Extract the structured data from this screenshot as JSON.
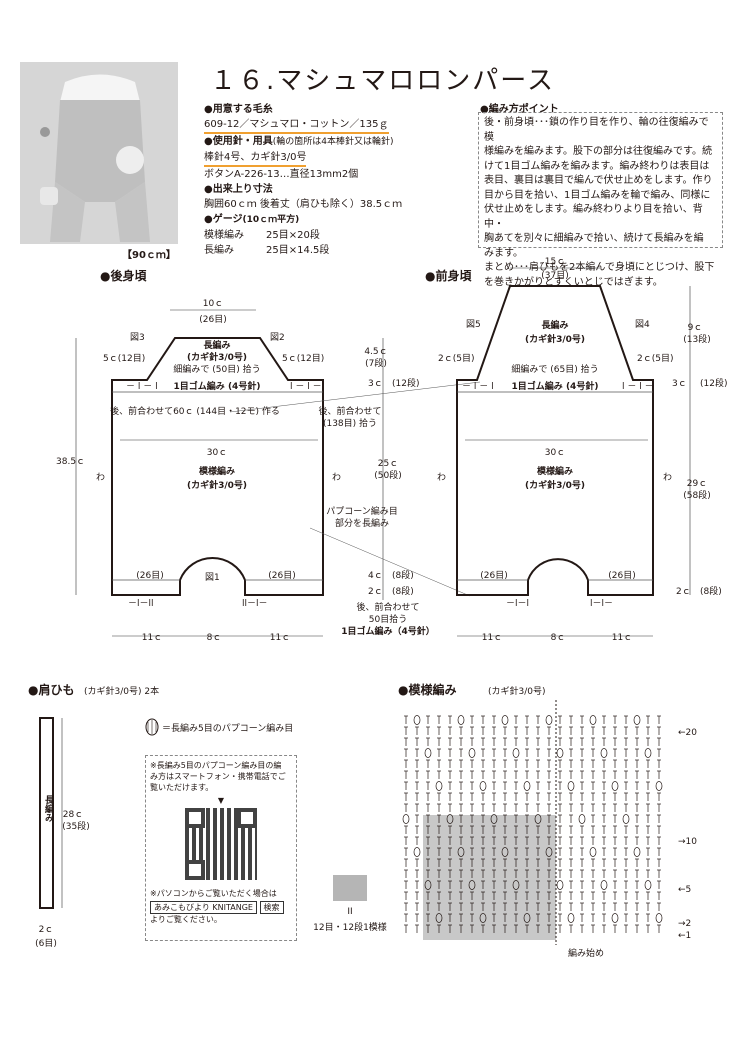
{
  "title": "１６.マシュマロロンパース",
  "photo_caption": "【90ｃｍ】",
  "materials": {
    "yarn_heading": "●用意する毛糸",
    "yarn": "609-12／マシュマロ・コットン／135ｇ",
    "tools_heading": "●使用針・用具",
    "tools_note": "(輪の箇所は4本棒針又は輪針)",
    "needles": "棒針4号、カギ針3/0号",
    "button": "ボタンA-226-13…直径13mm2個",
    "size_heading": "●出来上り寸法",
    "size": "胸囲60ｃｍ  後着丈（肩ひも除く）38.5ｃｍ",
    "gauge_heading": "●ゲージ",
    "gauge_note": "(10ｃｍ平方)",
    "gauge_rows": [
      {
        "label": "模様編み",
        "value": "25目×20段"
      },
      {
        "label": "長編み",
        "value": "25目×14.5段"
      }
    ]
  },
  "points": {
    "heading": "●編み方ポイント",
    "lines": [
      "後・前身頃･･･鎖の作り目を作り、輪の往復編みで模",
      "様編みを編みます。股下の部分は往復編みです。続",
      "けて1目ゴム編みを編みます。編み終わりは表目は",
      "表目、裏目は裏目で編んで伏せ止めをします。作り",
      "目から目を拾い、1目ゴム編みを輪で編み、同様に",
      "伏せ止めをします。編み終わりより目を拾い、背中・",
      "胸あてを別々に細編みで拾い、続けて長編みを編",
      "みます。",
      "まとめ･･･肩ひもを2本編んで身頃にとじつけ、股下",
      "を巻きかがりとすくいとじではぎます。"
    ]
  },
  "back": {
    "heading": "●後身頃",
    "top_width": "10ｃ",
    "top_sts": "(26目)",
    "panel1": "長編み",
    "panel2": "(カギ針3/0号)",
    "pickup": "細編みで (50目) 拾う",
    "fig3": "図3",
    "fig2": "図2",
    "fig1": "図1",
    "side_left": "5ｃ(12目)",
    "side_right": "5ｃ(12目)",
    "rib_top": "1目ゴム編み (4号針)",
    "note_left": "後、前合わせて60ｃ (144目・12モ) 作る",
    "note_right1": "後、前合わせて",
    "note_right2": "(138目) 拾う",
    "body_width": "30ｃ",
    "body1": "模様編み",
    "body2": "(カギ針3/0号)",
    "height_total": "38.5ｃ",
    "wa": "わ",
    "crotch_l": "(26目)",
    "crotch_r": "(26目)",
    "rib_marks_l": "－l－ll",
    "rib_marks_r": "ll－l－",
    "width_l": "11ｃ",
    "width_m": "8ｃ",
    "width_r": "11ｃ"
  },
  "center_notes": {
    "h_top": "4.5ｃ",
    "h_top_rows": "(7段)",
    "h_rib": "3ｃ",
    "h_rib_rows": "(12段)",
    "h_body": "25ｃ",
    "h_body_rows": "(50段)",
    "popcorn1": "パプコーン編み目",
    "popcorn2": "部分を長編み",
    "h_crotch": "4ｃ",
    "h_crotch_rows": "(8段)",
    "h_brib": "2ｃ",
    "h_brib_rows": "(8段)",
    "bottom1": "後、前合わせて",
    "bottom2": "50目拾う",
    "bottom3": "1目ゴム編み（4号針）"
  },
  "front": {
    "heading": "●前身頃",
    "top_width": "15ｃ",
    "top_sts": "(37目)",
    "panel1": "長編み",
    "panel2": "(カギ針3/0号)",
    "pickup": "細編みで (65目) 拾う",
    "fig5": "図5",
    "fig4": "図4",
    "side_left": "2ｃ(5目)",
    "side_right": "2ｃ(5目)",
    "rib_top": "1目ゴム編み (4号針)",
    "h_top": "9ｃ",
    "h_top_rows": "(13段)",
    "h_rib": "3ｃ",
    "h_rib_rows": "(12段)",
    "h_body": "29ｃ",
    "h_body_rows": "(58段)",
    "h_bot": "2ｃ",
    "h_bot_rows": "(8段)",
    "body_width": "30ｃ",
    "body1": "模様編み",
    "body2": "(カギ針3/0号)",
    "crotch_l": "(26目)",
    "crotch_r": "(26目)",
    "rib_marks_l": "－l－l",
    "rib_marks_r": "l－l－",
    "width_l": "11ｃ",
    "width_m": "8ｃ",
    "width_r": "11ｃ"
  },
  "strap": {
    "heading": "●肩ひも",
    "heading_note": "(カギ針3/0号) 2本",
    "label": "長編み",
    "length": "28ｃ",
    "length_rows": "(35段)",
    "width": "2ｃ",
    "width_rows": "(6目)"
  },
  "legend": {
    "popcorn": "＝長編み5目のパプコーン編み目",
    "qr_note1": "※長編み5目のパプコーン編み目の編",
    "qr_note2": "み方はスマートフォン・携帯電話でご",
    "qr_note3": "覧いただけます。",
    "pc_note": "※パソコンからご覧いただく場合は",
    "search_words": "あみこもびより  KNITANGE",
    "search_btn": "検索",
    "search_tail": "よりご覧ください。",
    "repeat_eq": "II",
    "repeat": "12目・12段1模様"
  },
  "pattern": {
    "heading": "●模様編み",
    "heading_note": "(カギ針3/0号)",
    "rows": [
      "←20",
      "→10",
      "←5",
      "→2",
      "←1"
    ],
    "start": "編み始め"
  }
}
